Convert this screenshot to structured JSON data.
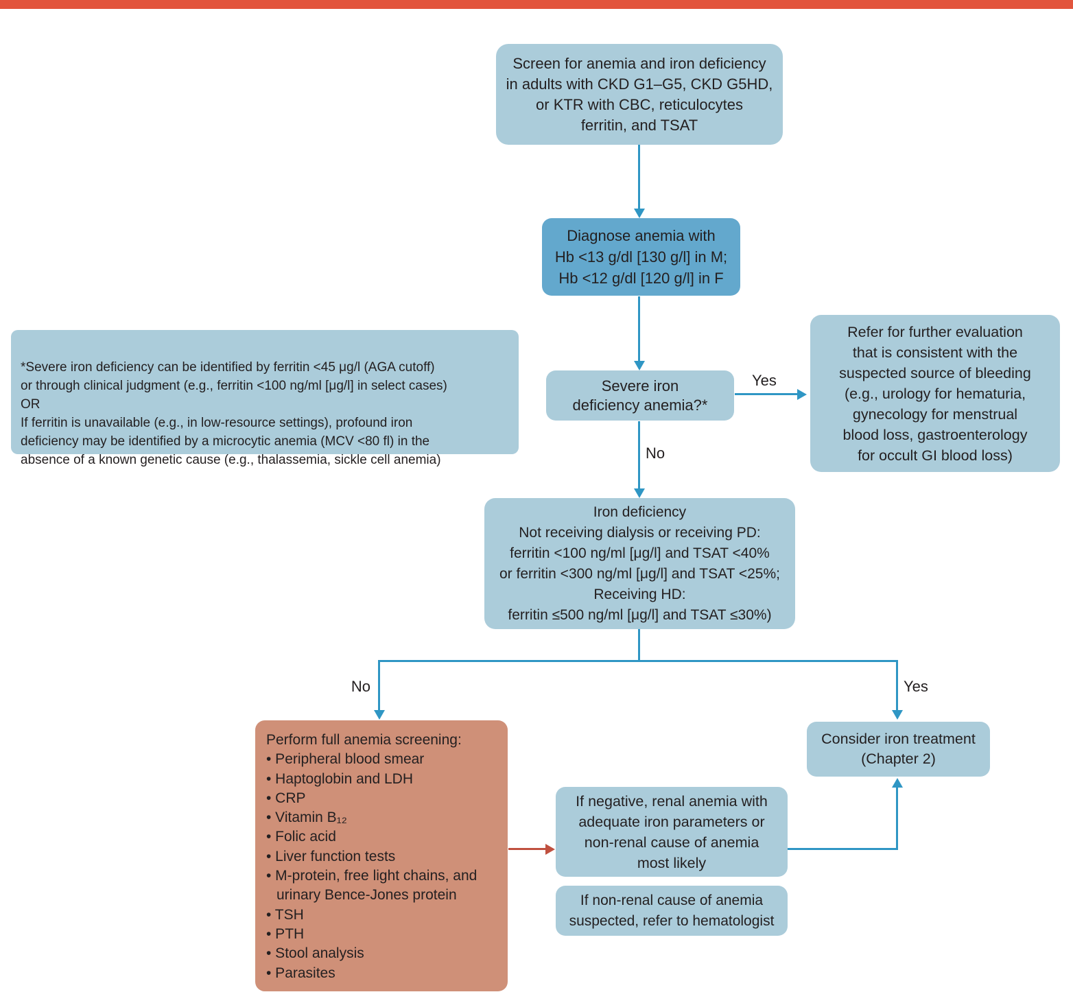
{
  "colors": {
    "box_light_blue": "#abccda",
    "box_dark_blue": "#63a8cd",
    "box_orange": "#cf9078",
    "arrow_blue": "#2f96c4",
    "arrow_red": "#c0503f",
    "text": "#231f20",
    "top_bar": "#e2553d"
  },
  "nodes": {
    "screen": {
      "text": "Screen for anemia and iron deficiency\nin adults with CKD G1–G5,  CKD G5HD,\nor KTR with CBC, reticulocytes\nferritin, and TSAT"
    },
    "diagnose": {
      "text": "Diagnose anemia with\nHb <13 g/dl [130 g/l] in M;\nHb <12 g/dl [120 g/l] in F"
    },
    "footnote": {
      "text": "*Severe iron deficiency can be identified by ferritin <45 μg/l (AGA cutoff)\nor through clinical judgment (e.g., ferritin <100 ng/ml [μg/l] in select cases)\nOR\nIf ferritin is unavailable (e.g., in low-resource settings), profound iron\ndeficiency may be identified by a microcytic anemia (MCV <80 fl) in the\nabsence of a known genetic cause (e.g., thalassemia, sickle cell anemia)"
    },
    "severe_question": {
      "text": "Severe iron\ndeficiency anemia?*"
    },
    "refer_bleeding": {
      "text": "Refer for further evaluation\nthat is consistent with the\nsuspected source of bleeding\n(e.g., urology for hematuria,\ngynecology for menstrual\nblood loss, gastroenterology\nfor occult GI blood loss)"
    },
    "iron_deficiency": {
      "text": "Iron deficiency\nNot receiving dialysis or receiving PD:\nferritin <100 ng/ml [μg/l] and TSAT <40%\nor ferritin <300 ng/ml [μg/l] and TSAT <25%;\nReceiving HD:\nferritin ≤500 ng/ml [μg/l] and TSAT ≤30%)"
    },
    "anemia_screening": {
      "title": "Perform full anemia screening:",
      "items": [
        "• Peripheral blood smear",
        "• Haptoglobin and LDH",
        "• CRP",
        "• Vitamin B₁₂",
        "• Folic acid",
        "• Liver function tests",
        "• M-protein, free light chains, and urinary Bence-Jones protein",
        "• TSH",
        "• PTH",
        "• Stool analysis",
        "• Parasites"
      ]
    },
    "consider_iron": {
      "text": "Consider iron treatment\n(Chapter 2)"
    },
    "if_negative": {
      "text": "If negative, renal anemia with\nadequate iron parameters or\nnon-renal cause of anemia\nmost likely"
    },
    "non_renal": {
      "text": "If non-renal cause of anemia\nsuspected, refer to hematologist"
    }
  },
  "labels": {
    "severe_yes": "Yes",
    "severe_no": "No",
    "iron_no": "No",
    "iron_yes": "Yes"
  }
}
